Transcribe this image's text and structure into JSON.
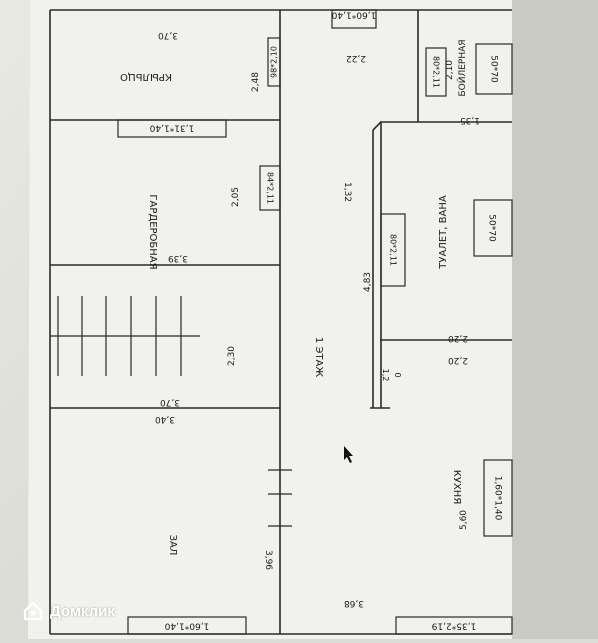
{
  "plan": {
    "floor_label": "1 ЭТАЖ",
    "rooms": {
      "porch": "КРЫЛЬЦО",
      "wardrobe": "ГАРДЕРОБНАЯ",
      "boiler": "БОЙЛЕРНАЯ",
      "toilet": "ТУАЛЕТ, ВАНА",
      "hall": "ЗАЛ",
      "kitchen": "КУХНЯ"
    },
    "windows": {
      "top_window": "1,60*1,40",
      "porch_window": "1,31*1,40",
      "boiler_window": "50*70",
      "toilet_window": "50*70",
      "kitchen_window": "1,60*1,40",
      "hall_bottom_window": "1,60*1,40",
      "kitchen_bottom_window": "1,35*2,19"
    },
    "doors": {
      "porch_door": "98*2,10",
      "wardrobe_door": "84*2,11",
      "boiler_door": "80*2,11",
      "toilet_door": "80*2,11"
    },
    "dimensions": {
      "porch_width": "3,70",
      "porch_depth": "2,48",
      "wardrobe_depth": "2,05",
      "wardrobe_width": "3,39",
      "stair_depth": "2,30",
      "stair_width": "3,70",
      "hall_width_top": "3,40",
      "hall_depth": "3,96",
      "hall_width_bottom": "3,68",
      "corridor_top": "2,22",
      "corridor_width": "1,32",
      "boiler_depth": "2,10",
      "boiler_wall": "1,35",
      "toilet_length": "4,83",
      "toilet_width": "2,20",
      "kitchen_width": "2,20",
      "kitchen_depth": "5,60",
      "partition_a": "1,2",
      "partition_b": "0"
    }
  },
  "watermark": {
    "brand": "Домклик"
  }
}
